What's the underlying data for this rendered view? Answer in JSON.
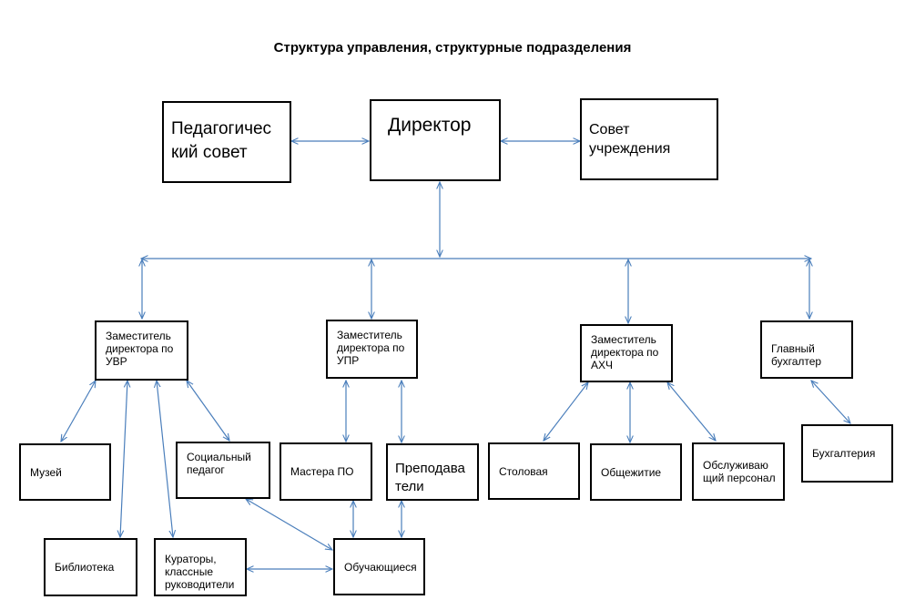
{
  "title": "Структура управления, структурные подразделения",
  "nodes": {
    "pedsovet": "Педагогичес\nкий совет",
    "director": "Директор",
    "sovet": "Совет\nучреждения",
    "zam_uvr": "Заместитель\nдиректора по\nУВР",
    "zam_upr": "Заместитель\nдиректора по\nУПР",
    "zam_ahch": "Заместитель\nдиректора по\nАХЧ",
    "glavbuh": "Главный\nбухгалтер",
    "muzey": "Музей",
    "biblioteka": "Библиотека",
    "socped": "Социальный\nпедагог",
    "kuratory": "Кураторы,\nклассные\nруководители",
    "mastera": "Мастера ПО",
    "prepodavateli": "Преподава\nтели",
    "obuch": "Обучающиеся",
    "stolovaya": "Столовая",
    "obshezhitie": "Общежитие",
    "obsluzh": "Обслуживаю\nщий персонал",
    "buhgalteria": "Бухгалтерия"
  },
  "colors": {
    "line": "#4a7ebb",
    "border": "#000000"
  }
}
